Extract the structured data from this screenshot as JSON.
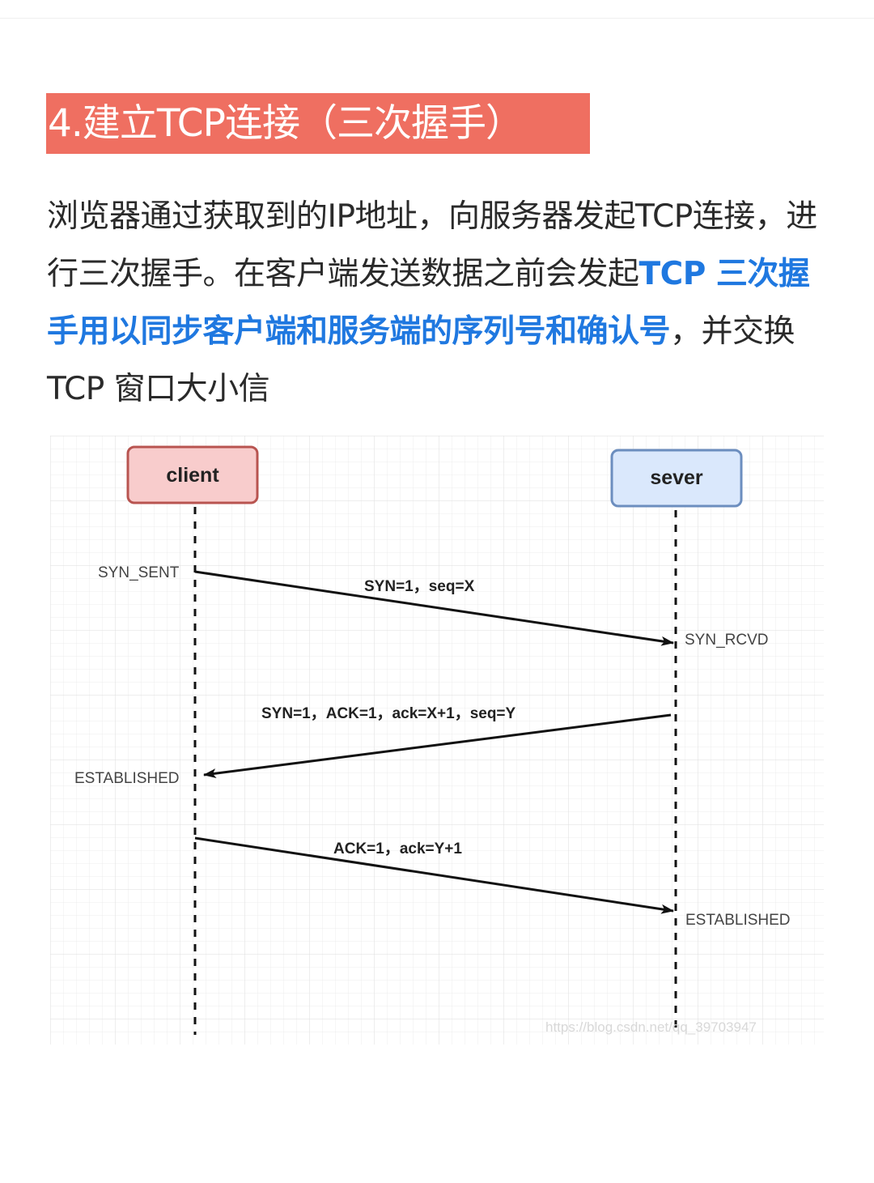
{
  "title": "4.建立TCP连接（三次握手）",
  "paragraph": {
    "part1": "浏览器通过获取到的IP地址，向服务器发起TCP连接，进行三次握手。在客户端发送数据之前会发起",
    "highlight": "TCP 三次握手用以同步客户端和服务端的序列号和确认号",
    "part2": "，并交换 TCP 窗口大小信"
  },
  "diagram": {
    "client": {
      "label": "client",
      "fill": "#f8cccc",
      "stroke": "#b85450"
    },
    "server": {
      "label": "sever",
      "fill": "#dae8fc",
      "stroke": "#6c8ebf"
    },
    "states": {
      "client_syn_sent": "SYN_SENT",
      "server_syn_rcvd": "SYN_RCVD",
      "client_established": "ESTABLISHED",
      "server_established": "ESTABLISHED"
    },
    "messages": {
      "syn": "SYN=1，seq=X",
      "syn_ack": "SYN=1，ACK=1，ack=X+1，seq=Y",
      "ack": "ACK=1，ack=Y+1"
    },
    "watermark": "https://blog.csdn.net/qq_39703947"
  },
  "colors": {
    "title_bg": "#ef6f61",
    "highlight": "#1f78e0"
  }
}
